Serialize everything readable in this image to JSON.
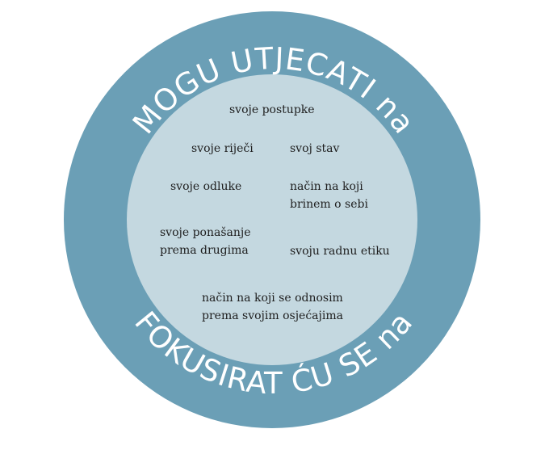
{
  "outer_ring": {
    "top_label": "MOGU UTJECATI na",
    "bottom_label": "FOKUSIRAT ĆU SE na"
  },
  "inner_items": {
    "item_postupke": [
      "svoje postupke"
    ],
    "item_rijeci": [
      "svoje riječi"
    ],
    "item_stav": [
      "svoj stav"
    ],
    "item_odluke": [
      "svoje odluke"
    ],
    "item_brinem": [
      "način na koji",
      "brinem o sebi"
    ],
    "item_ponasanje": [
      "svoje ponašanje",
      "prema drugima"
    ],
    "item_etika": [
      "svoju radnu etiku"
    ],
    "item_osjecaji": [
      "način na koji se odnosim",
      "prema svojim osjećajima"
    ]
  },
  "colors": {
    "outer_ring": "#6b9fb6",
    "inner_circle": "#c4d8e0",
    "ring_text": "#ffffff",
    "item_text": "#1e1e1e"
  }
}
